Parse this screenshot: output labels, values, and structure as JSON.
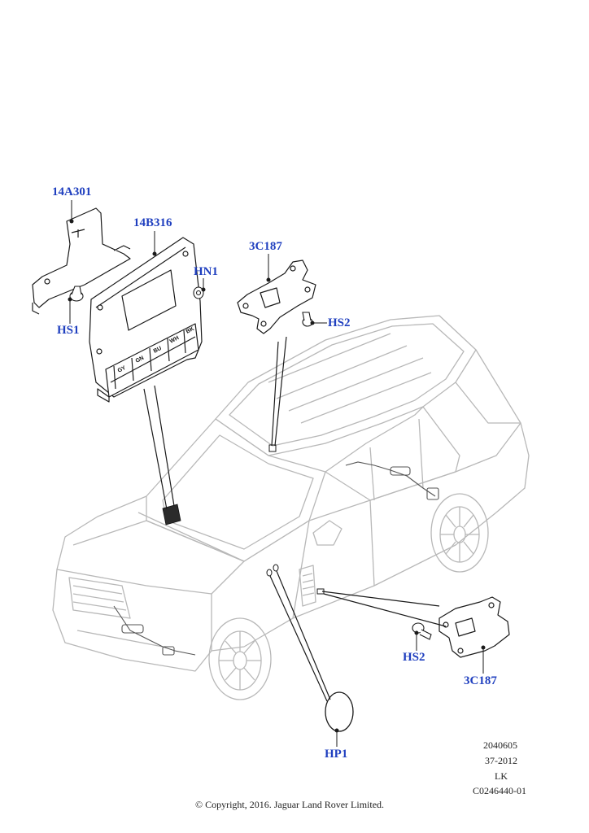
{
  "callouts": {
    "bracket_ecu": "14A301",
    "ecu_module": "14B316",
    "nut_hn1": "HN1",
    "screw_hs1": "HS1",
    "bracket_upper": "3C187",
    "screw_hs2_upper": "HS2",
    "screw_hs2_lower": "HS2",
    "bracket_lower": "3C187",
    "plug_hp1": "HP1"
  },
  "connector_labels": [
    "GY",
    "GN",
    "BU",
    "WH",
    "BK"
  ],
  "reference": {
    "line1": "2040605",
    "line2": "37-2012",
    "line3": "LK",
    "line4": "C0246440-01"
  },
  "copyright": "© Copyright, 2016. Jaguar Land Rover Limited.",
  "colors": {
    "callout": "#1f3fbf",
    "part_line": "#1a1a1a",
    "vehicle_line": "#b8b8b8"
  }
}
